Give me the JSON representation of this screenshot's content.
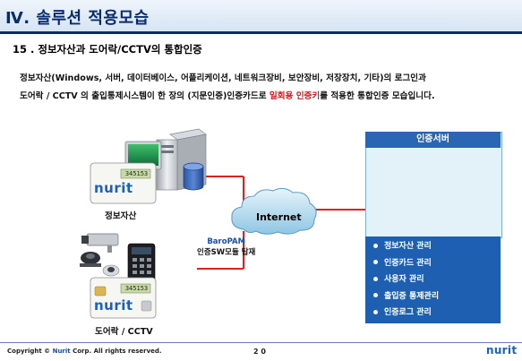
{
  "header": {
    "title": "Ⅳ. 솔루션 적용모습"
  },
  "section": {
    "title": "15 . 정보자산과 도어락/CCTV의 통합인증"
  },
  "description": {
    "line1": "정보자산(Windows, 서버, 데이터베이스, 어플리케이션, 네트워크장비, 보안장비, 저장장치, 기타)의 로그인과",
    "line2_before": "도어락 / CCTV 의 출입통제시스템이 한 장의 (지문인증)인증카드로 ",
    "line2_highlight": "일회용 인증키",
    "line2_after": "를 적용한 통합인증 모습입니다."
  },
  "assets": {
    "card_brand": "nurit",
    "card_display": "345153",
    "label": "정보자산"
  },
  "door": {
    "card_brand": "nurit",
    "card_display": "345153",
    "label": "도어락 / CCTV"
  },
  "baropam": {
    "name": "BaroPAM",
    "caption": "인증SW모듈 탑재"
  },
  "internet": {
    "label": "Internet"
  },
  "auth_server": {
    "title": "인증서버",
    "functions": [
      "정보자산 관리",
      "인증카드 관리",
      "사용자 관리",
      "출입증 통제관리",
      "인증로그 관리"
    ]
  },
  "footer": {
    "copyright_prefix": "Copyright © ",
    "copyright_brand": "Nurit",
    "copyright_suffix": " Corp. All rights reserved.",
    "page_number": "2 0",
    "logo": "nurit"
  },
  "colors": {
    "title_navy": "#0a2c6b",
    "accent_red": "#e0151c",
    "brand_blue": "#1d5fc0",
    "panel_blue": "#1f5fb2",
    "line_red": "#e02020"
  }
}
